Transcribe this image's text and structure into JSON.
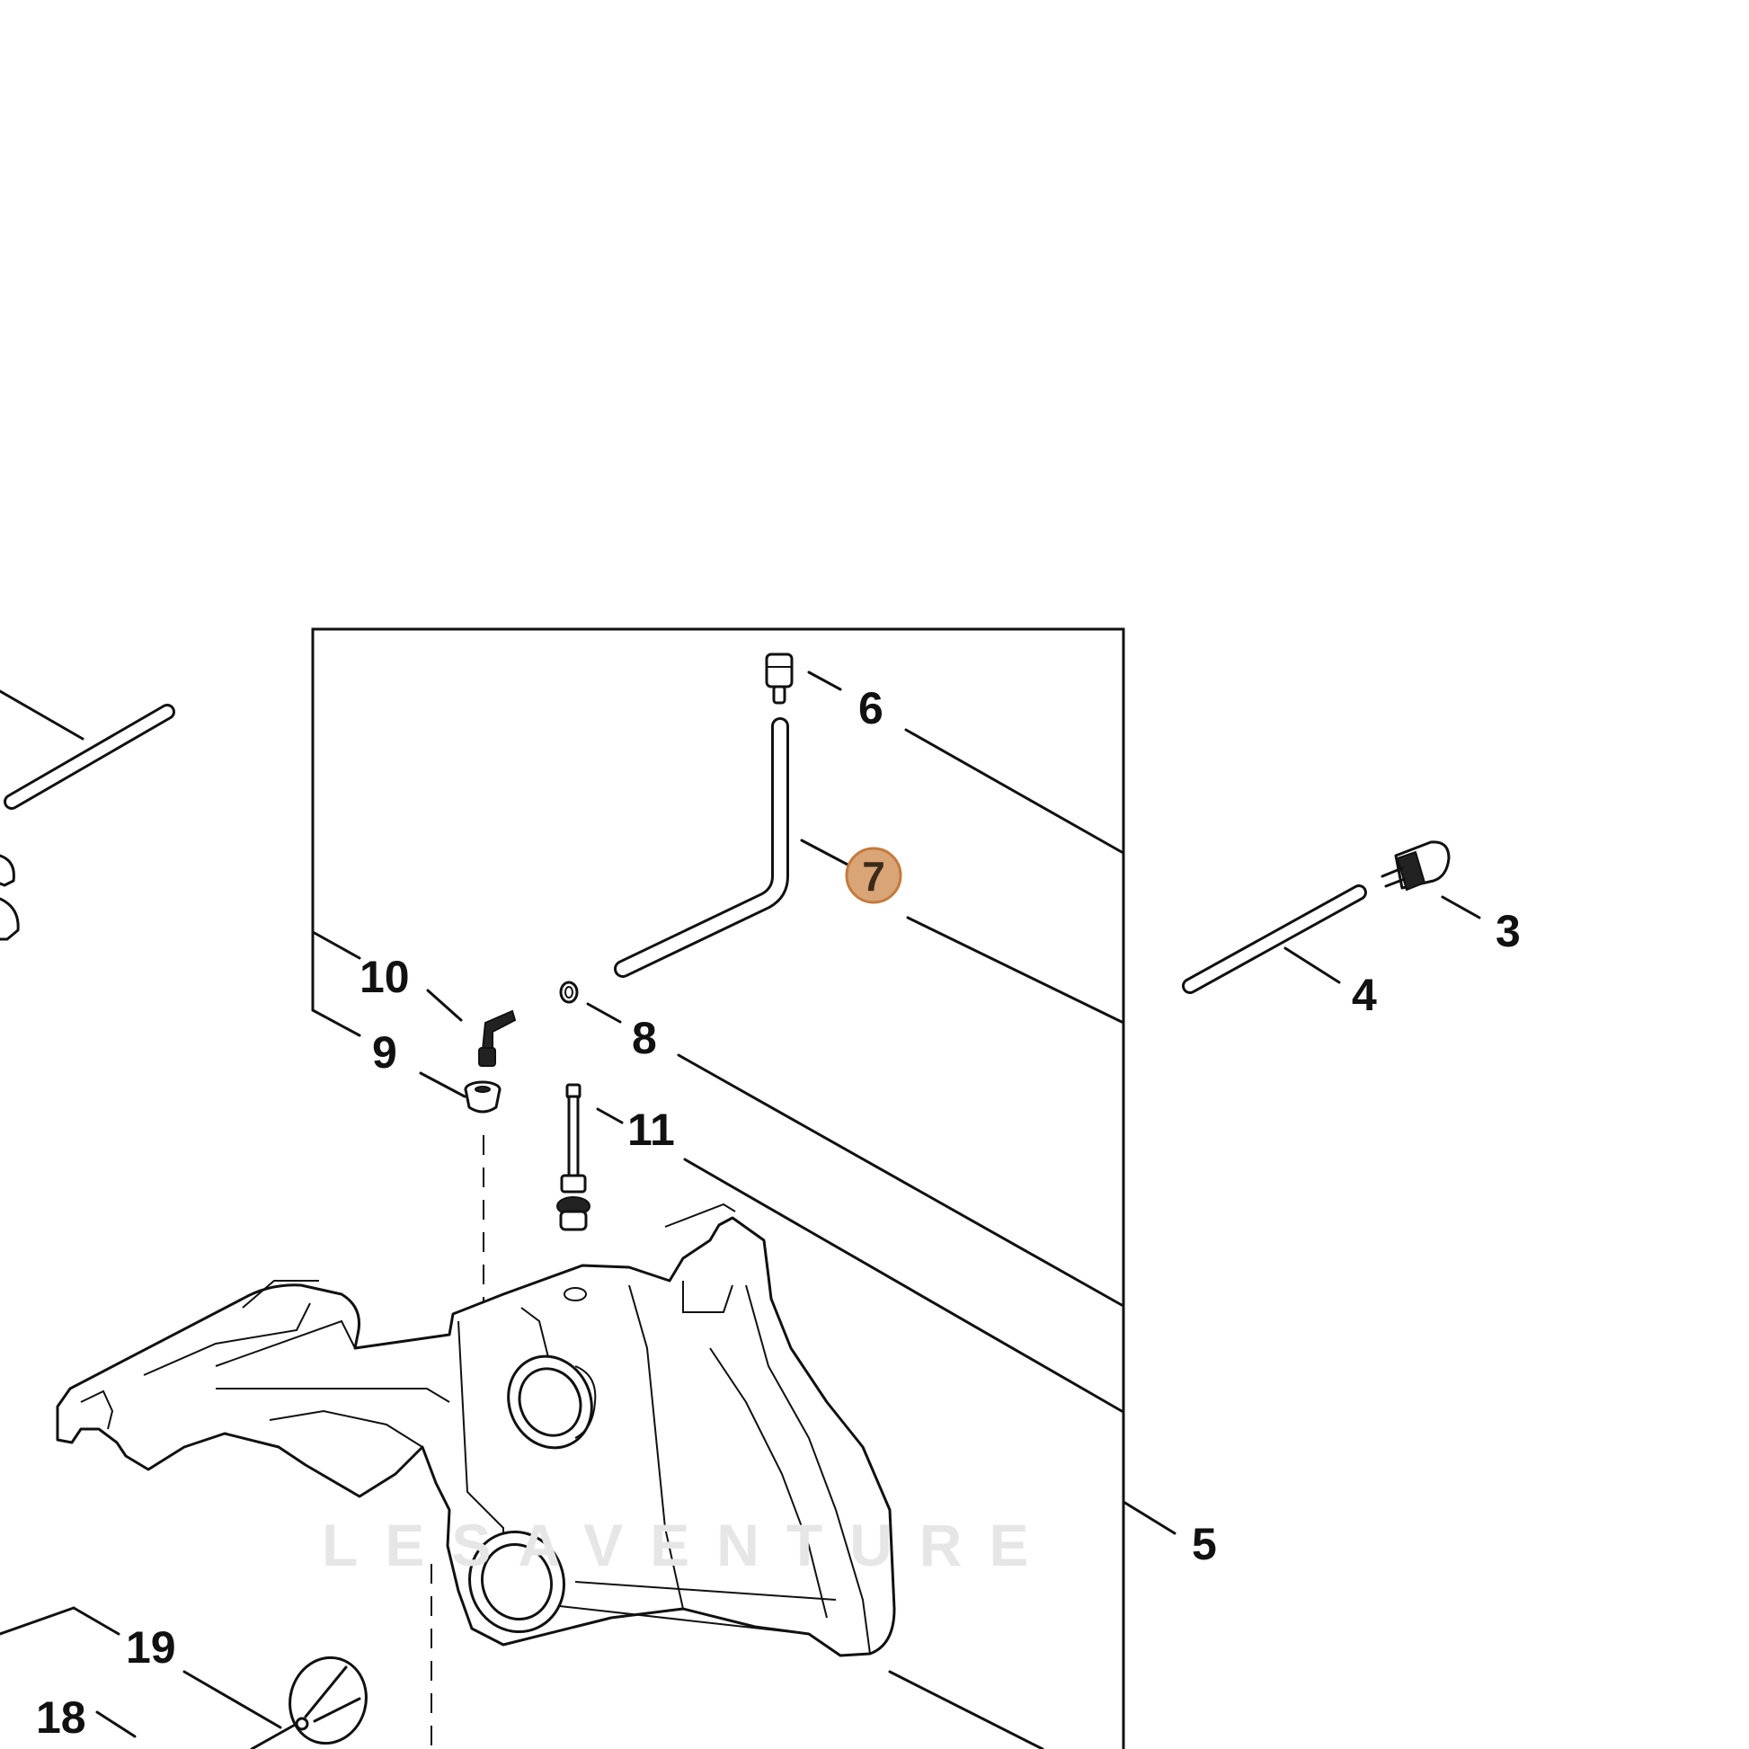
{
  "diagram": {
    "callouts": [
      "3",
      "4",
      "5",
      "6",
      "7",
      "8",
      "9",
      "10",
      "11",
      "18",
      "19"
    ],
    "highlighted_callout": "7",
    "highlight_color": "#d9a577",
    "highlight_border": "#c57a3c",
    "watermark_text": "LESAVENTURE"
  }
}
